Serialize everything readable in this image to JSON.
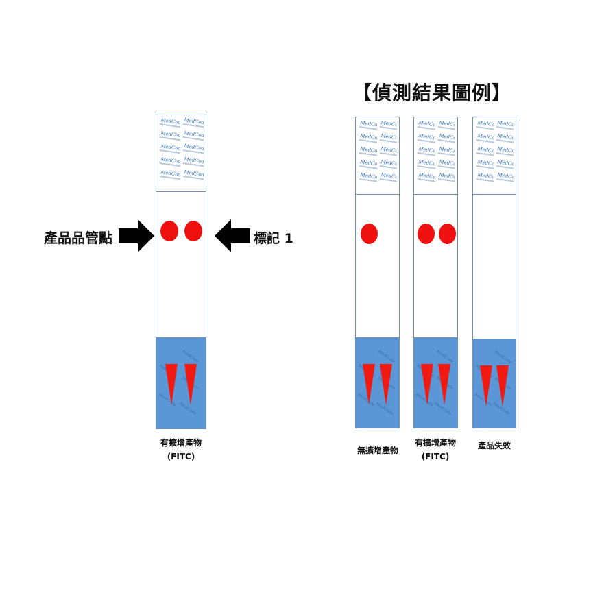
{
  "title": "【偵測結果圖例】",
  "watermark_brand": "MedCode",
  "left_labels": {
    "quality_control_point": "產品品管點",
    "mark": "標記 1"
  },
  "strips": [
    {
      "id": "example",
      "dots": 2,
      "caption_line1": "有擴增產物",
      "caption_line2": "(FITC)"
    },
    {
      "id": "no-product",
      "dots": 1,
      "caption_line1": "無擴增產物",
      "caption_line2": ""
    },
    {
      "id": "has-product",
      "dots": 2,
      "caption_line1": "有擴增產物",
      "caption_line2": "(FITC)"
    },
    {
      "id": "invalid",
      "dots": 0,
      "caption_line1": "產品失效",
      "caption_line2": ""
    }
  ],
  "colors": {
    "dot": "#ef1010",
    "sample_pad": "#5b97d6",
    "triangle": "#f01a12",
    "strip_border": "#6f8fb5"
  },
  "icons": [
    "arrow-right-icon",
    "arrow-left-icon"
  ]
}
